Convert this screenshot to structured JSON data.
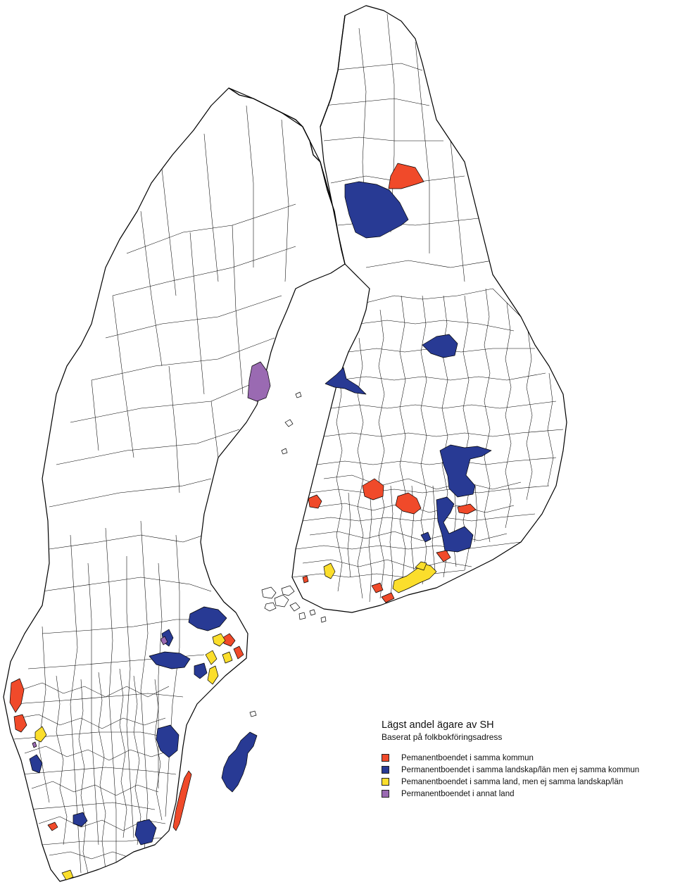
{
  "legend": {
    "title": "Lägst andel ägare av SH",
    "subtitle": "Baserat på folkbokföringsadress",
    "items": [
      {
        "label": "Pemanentboendet i samma kommun",
        "color": "#f04a2a"
      },
      {
        "label": "Permanentboendet i samma landskap/län men ej samma kommun",
        "color": "#283a94"
      },
      {
        "label": "Pemanentboendet i samma land, men ej samma landskap/län",
        "color": "#fbde2c"
      },
      {
        "label": "Permanentboendet i annat land",
        "color": "#9a6ab2"
      }
    ]
  }
}
